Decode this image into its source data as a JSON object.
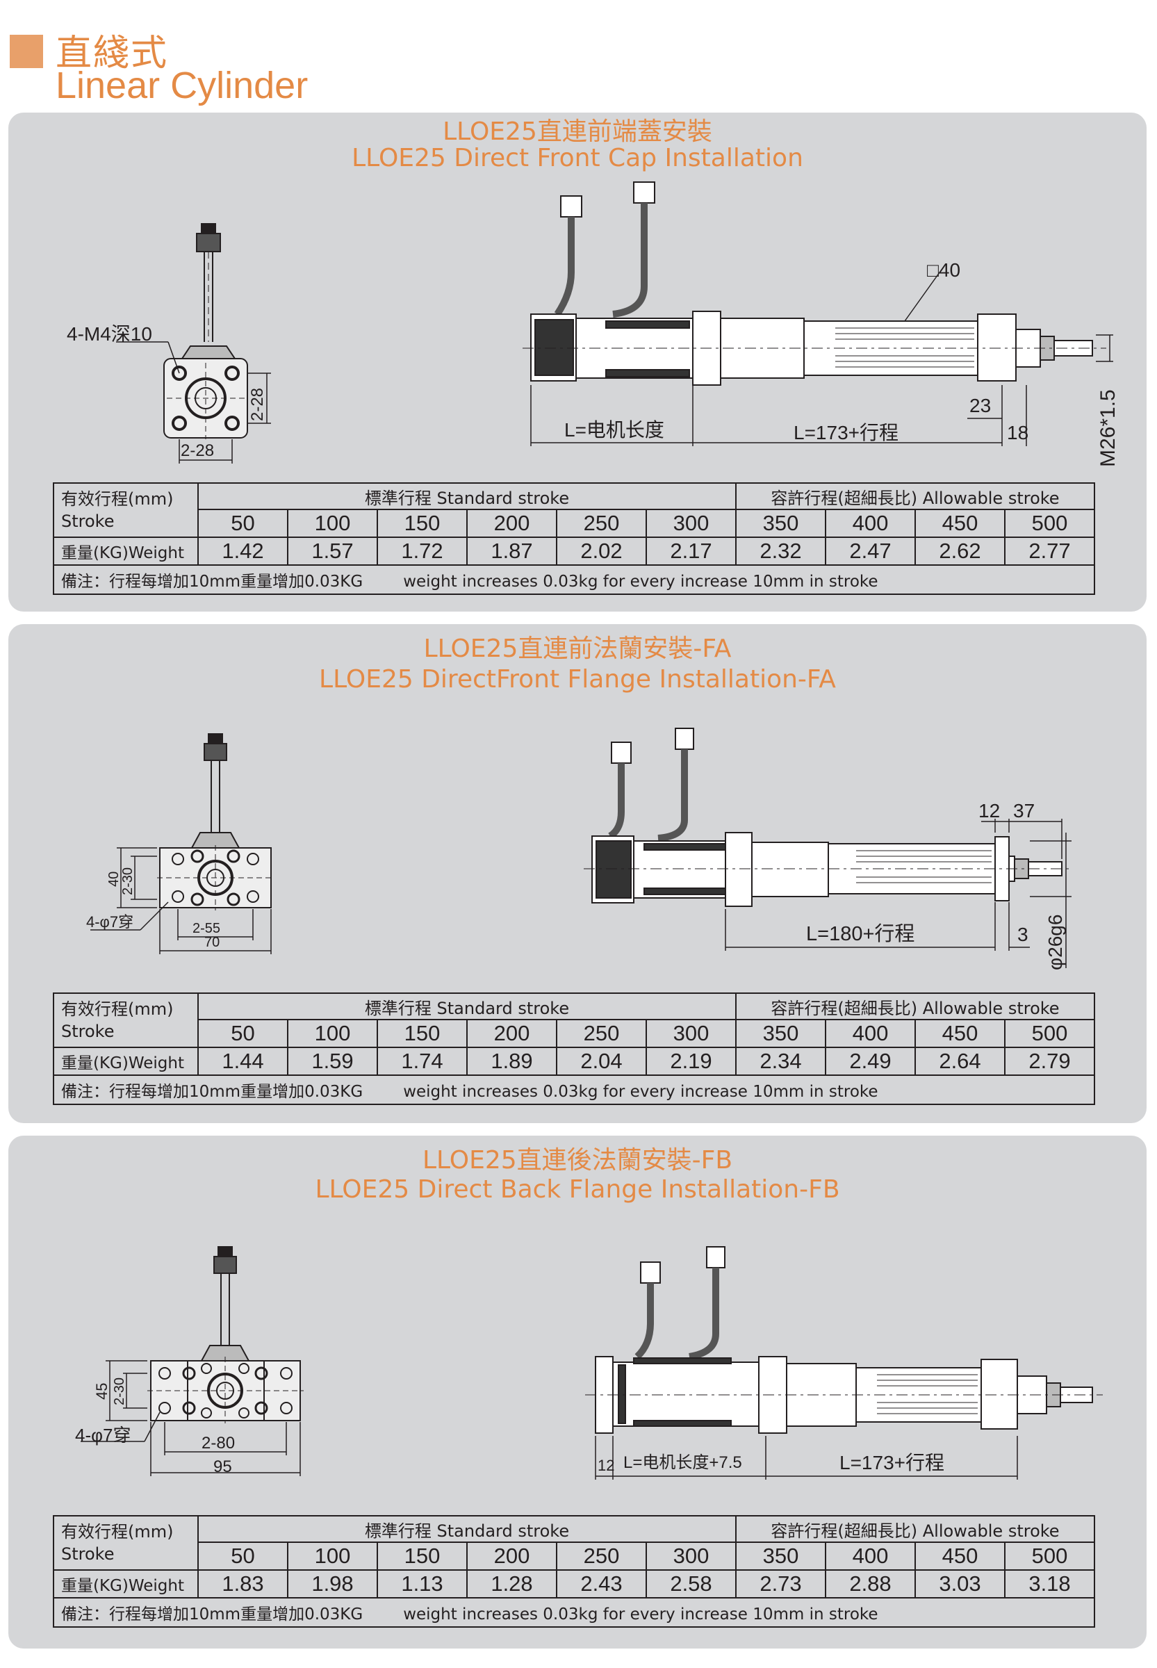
{
  "header": {
    "title_zh": "直綫式",
    "title_en": "Linear Cylinder",
    "accent": "#e48a45"
  },
  "sections": [
    {
      "title_zh": "LLOE25直連前端蓋安裝",
      "title_en": "LLOE25 Direct Front Cap Installation",
      "dims": {
        "bolt": "4-M4深10",
        "pitch_h": "2-28",
        "pitch_v": "2-28",
        "square": "□40",
        "motor_len": "L=电机长度",
        "body_len": "L=173+行程",
        "d23": "23",
        "d18": "18",
        "thread": "M26*1.5"
      },
      "table": {
        "label_zh": "有效行程(mm)",
        "label_en": "Stroke",
        "std_label": "標準行程 Standard stroke",
        "allow_label": "容許行程(超細長比) Allowable stroke",
        "strokes": [
          "50",
          "100",
          "150",
          "200",
          "250",
          "300",
          "350",
          "400",
          "450",
          "500"
        ],
        "weight_label": "重量(KG)Weight",
        "weights": [
          "1.42",
          "1.57",
          "1.72",
          "1.87",
          "2.02",
          "2.17",
          "2.32",
          "2.47",
          "2.62",
          "2.77"
        ],
        "note_zh": "備注：行程每增加10mm重量增加0.03KG",
        "note_en": "weight increases 0.03kg for every increase 10mm in stroke"
      }
    },
    {
      "title_zh": "LLOE25直連前法蘭安裝-FA",
      "title_en": "LLOE25 DirectFront Flange Installation-FA",
      "dims": {
        "holes": "4-φ7穿",
        "pitch": "2-55",
        "width": "70",
        "height": "40",
        "pitch_v": "2-30",
        "d12": "12",
        "d37": "37",
        "body_len": "L=180+行程",
        "d3": "3",
        "shaft": "φ26g6"
      },
      "table": {
        "label_zh": "有效行程(mm)",
        "label_en": "Stroke",
        "std_label": "標準行程 Standard stroke",
        "allow_label": "容許行程(超細長比) Allowable stroke",
        "strokes": [
          "50",
          "100",
          "150",
          "200",
          "250",
          "300",
          "350",
          "400",
          "450",
          "500"
        ],
        "weight_label": "重量(KG)Weight",
        "weights": [
          "1.44",
          "1.59",
          "1.74",
          "1.89",
          "2.04",
          "2.19",
          "2.34",
          "2.49",
          "2.64",
          "2.79"
        ],
        "note_zh": "備注：行程每增加10mm重量增加0.03KG",
        "note_en": "weight increases 0.03kg for every increase 10mm in stroke"
      }
    },
    {
      "title_zh": "LLOE25直連後法蘭安裝-FB",
      "title_en": "LLOE25  Direct Back Flange Installation-FB",
      "dims": {
        "holes": "4-φ7穿",
        "pitch": "2-80",
        "width": "95",
        "height": "45",
        "pitch_v": "2-30",
        "d12": "12",
        "motor_len": "L=电机长度+7.5",
        "body_len": "L=173+行程"
      },
      "table": {
        "label_zh": "有效行程(mm)",
        "label_en": "Stroke",
        "std_label": "標準行程 Standard stroke",
        "allow_label": "容許行程(超細長比) Allowable stroke",
        "strokes": [
          "50",
          "100",
          "150",
          "200",
          "250",
          "300",
          "350",
          "400",
          "450",
          "500"
        ],
        "weight_label": "重量(KG)Weight",
        "weights": [
          "1.83",
          "1.98",
          "1.13",
          "1.28",
          "2.43",
          "2.58",
          "2.73",
          "2.88",
          "3.03",
          "3.18"
        ],
        "note_zh": "備注：行程每增加10mm重量增加0.03KG",
        "note_en": "weight increases 0.03kg for every increase 10mm in stroke"
      }
    }
  ]
}
